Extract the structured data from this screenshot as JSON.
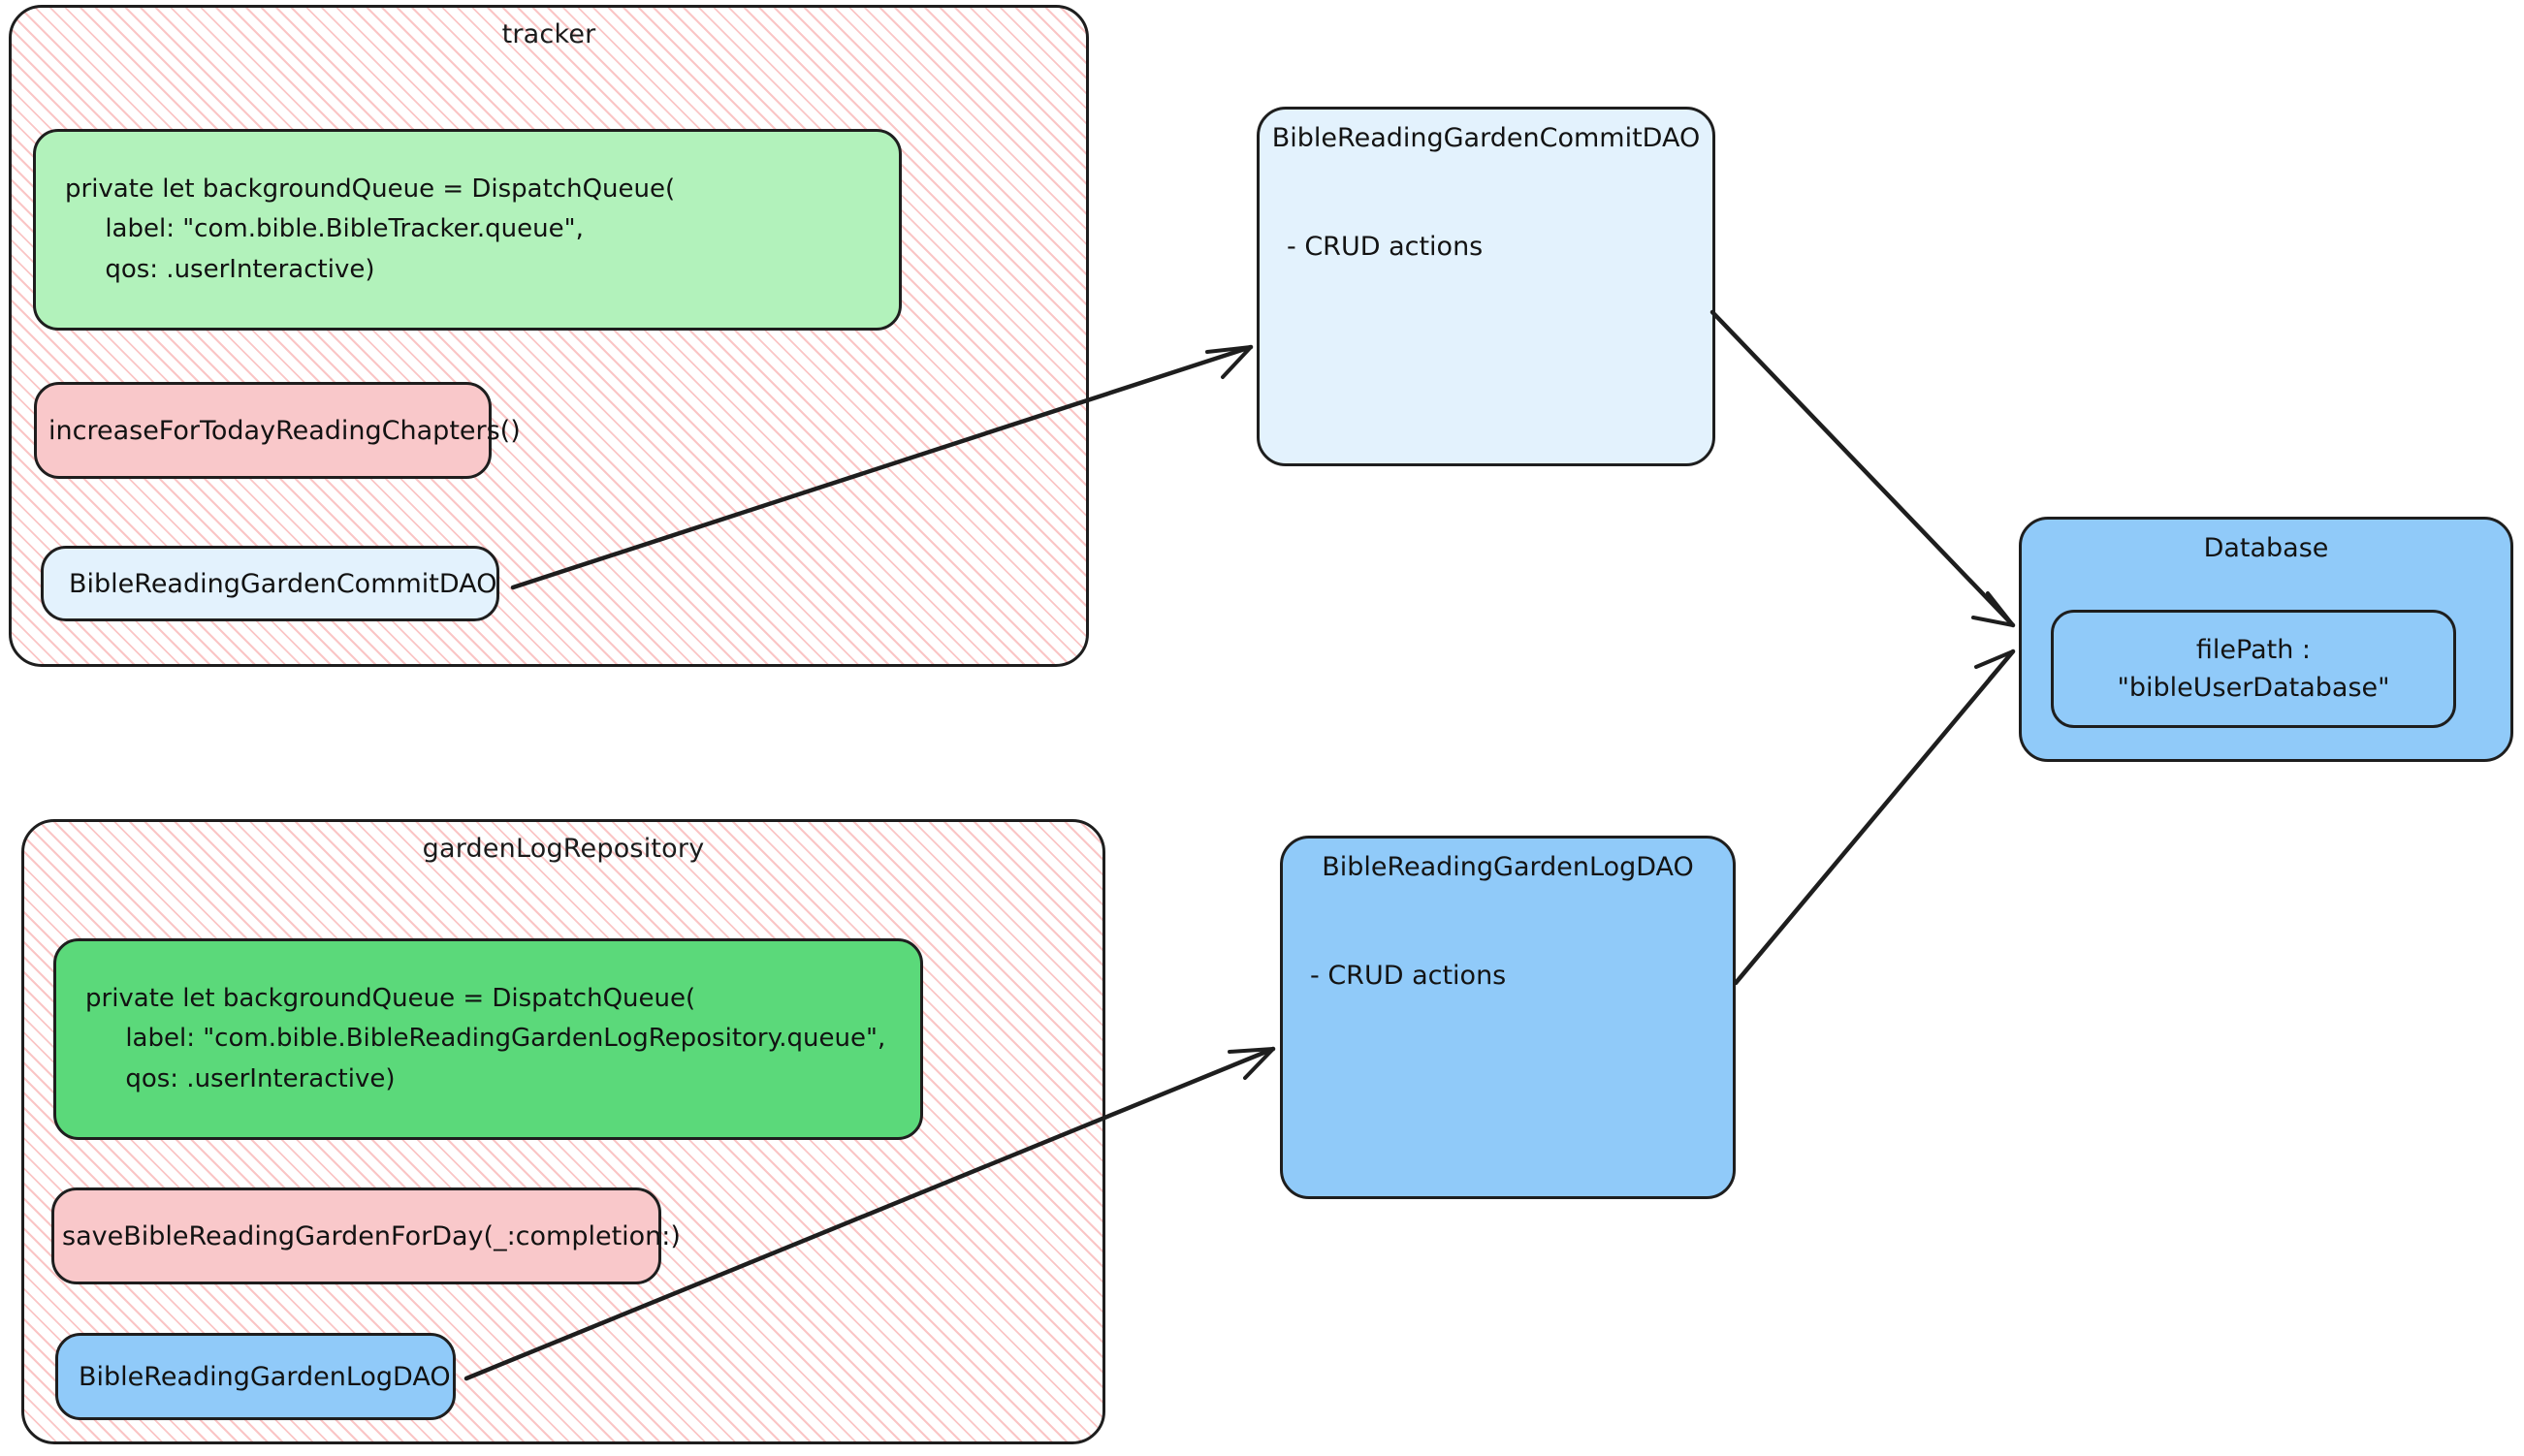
{
  "diagram": {
    "type": "architecture-diagram",
    "background": "#ffffff",
    "stroke": "#1e1e1e",
    "groups": [
      {
        "id": "tracker",
        "title": "tracker",
        "fill_pattern": "diagonal-hatch-pink",
        "pattern_color": "#f59696"
      },
      {
        "id": "gardenLogRepository",
        "title": "gardenLogRepository",
        "fill_pattern": "diagonal-hatch-pink",
        "pattern_color": "#f59696"
      }
    ]
  },
  "tracker": {
    "title": "tracker",
    "queue_box": {
      "color": "#b2f2bb",
      "code": "private let backgroundQueue = DispatchQueue(\n     label: \"com.bible.BibleTracker.queue\",\n     qos: .userInteractive)"
    },
    "method_box": {
      "color": "#f9c8ca",
      "label": "increaseForTodayReadingChapters()"
    },
    "dao_ref_box": {
      "color": "#e3f2fd",
      "label": "BibleReadingGardenCommitDAO"
    }
  },
  "gardenLogRepository": {
    "title": "gardenLogRepository",
    "queue_box": {
      "color": "#5bd97a",
      "code": "private let backgroundQueue = DispatchQueue(\n     label: \"com.bible.BibleReadingGardenLogRepository.queue\",\n     qos: .userInteractive)"
    },
    "method_box": {
      "color": "#f9c8ca",
      "label": "saveBibleReadingGardenForDay(_:completion:)"
    },
    "dao_ref_box": {
      "color": "#90caf9",
      "label": "BibleReadingGardenLogDAO"
    }
  },
  "commit_dao": {
    "title": "BibleReadingGardenCommitDAO",
    "body": "- CRUD actions",
    "color": "#e3f2fd"
  },
  "log_dao": {
    "title": "BibleReadingGardenLogDAO",
    "body": "- CRUD actions",
    "color": "#90caf9"
  },
  "database": {
    "title": "Database",
    "color": "#90caf9",
    "inner": {
      "text": "filePath :\n\"bibleUserDatabase\"",
      "color": "#90caf9"
    }
  },
  "edges": [
    {
      "id": "commit-ref-to-commit-dao",
      "from": "tracker.dao_ref_box",
      "to": "commit_dao",
      "arrowhead": "open"
    },
    {
      "id": "commit-dao-to-database",
      "from": "commit_dao",
      "to": "database",
      "arrowhead": "open"
    },
    {
      "id": "log-ref-to-log-dao",
      "from": "gardenLogRepository.dao_ref_box",
      "to": "log_dao",
      "arrowhead": "open"
    },
    {
      "id": "log-dao-to-database",
      "from": "log_dao",
      "to": "database",
      "arrowhead": "open"
    }
  ]
}
